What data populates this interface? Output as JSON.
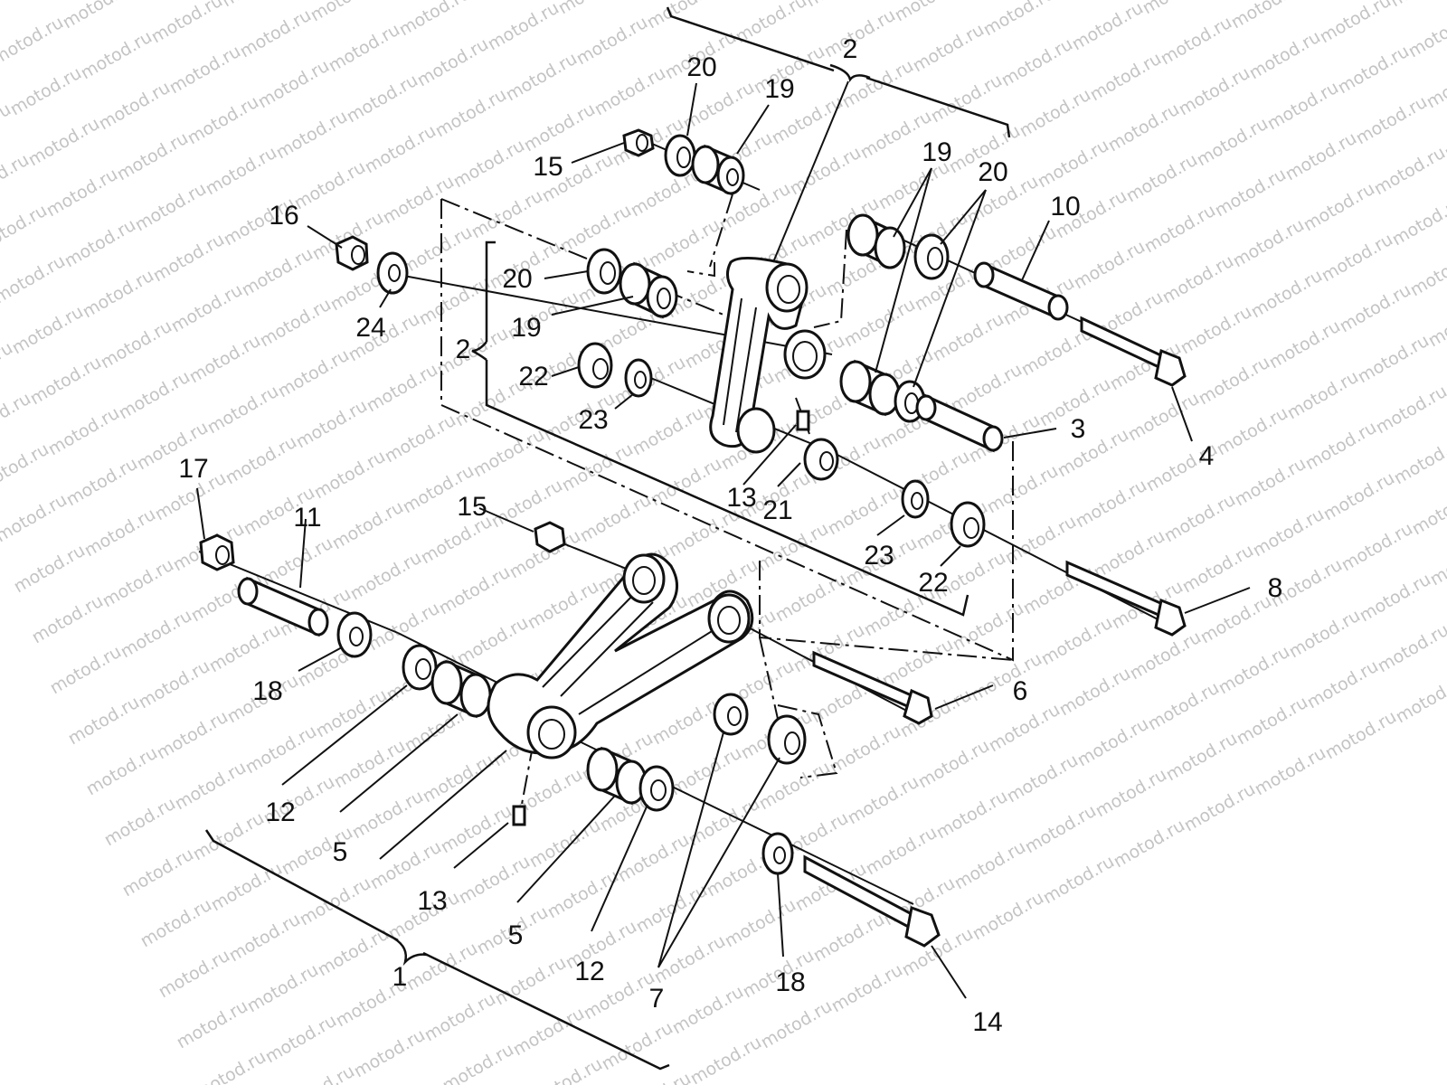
{
  "watermark": {
    "text": "motod.ru"
  },
  "callouts": [
    {
      "id": "c-2-top",
      "text": "2"
    },
    {
      "id": "c-20-a",
      "text": "20"
    },
    {
      "id": "c-19-a",
      "text": "19"
    },
    {
      "id": "c-15-a",
      "text": "15"
    },
    {
      "id": "c-19-b",
      "text": "19"
    },
    {
      "id": "c-20-b",
      "text": "20"
    },
    {
      "id": "c-10",
      "text": "10"
    },
    {
      "id": "c-16",
      "text": "16"
    },
    {
      "id": "c-20-c",
      "text": "20"
    },
    {
      "id": "c-24",
      "text": "24"
    },
    {
      "id": "c-19-c",
      "text": "19"
    },
    {
      "id": "c-2-left",
      "text": "2"
    },
    {
      "id": "c-22-a",
      "text": "22"
    },
    {
      "id": "c-23-a",
      "text": "23"
    },
    {
      "id": "c-3",
      "text": "3"
    },
    {
      "id": "c-4",
      "text": "4"
    },
    {
      "id": "c-13-a",
      "text": "13"
    },
    {
      "id": "c-21",
      "text": "21"
    },
    {
      "id": "c-23-b",
      "text": "23"
    },
    {
      "id": "c-22-b",
      "text": "22"
    },
    {
      "id": "c-8",
      "text": "8"
    },
    {
      "id": "c-17",
      "text": "17"
    },
    {
      "id": "c-11",
      "text": "11"
    },
    {
      "id": "c-15-b",
      "text": "15"
    },
    {
      "id": "c-18-a",
      "text": "18"
    },
    {
      "id": "c-6",
      "text": "6"
    },
    {
      "id": "c-12-a",
      "text": "12"
    },
    {
      "id": "c-5-a",
      "text": "5"
    },
    {
      "id": "c-13-b",
      "text": "13"
    },
    {
      "id": "c-5-b",
      "text": "5"
    },
    {
      "id": "c-12-b",
      "text": "12"
    },
    {
      "id": "c-7",
      "text": "7"
    },
    {
      "id": "c-18-b",
      "text": "18"
    },
    {
      "id": "c-14",
      "text": "14"
    },
    {
      "id": "c-1",
      "text": "1"
    }
  ]
}
